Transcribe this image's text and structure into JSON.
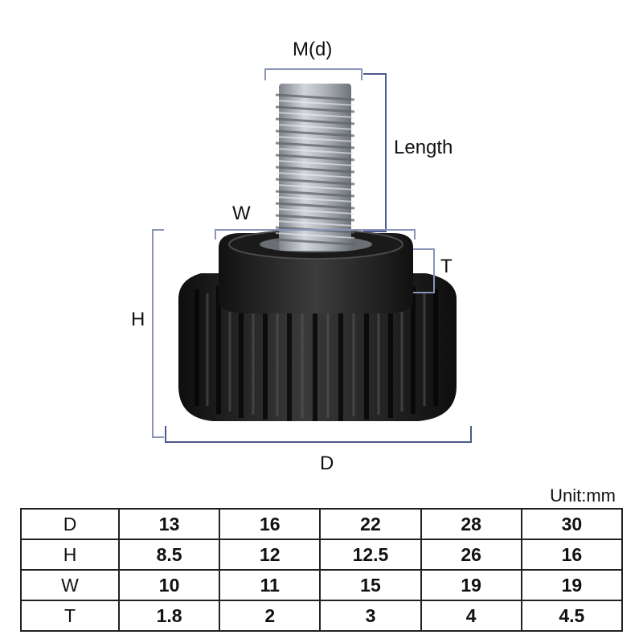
{
  "labels": {
    "md": "M(d)",
    "length": "Length",
    "w": "W",
    "t": "T",
    "h": "H",
    "d": "D"
  },
  "unit": "Unit:mm",
  "colors": {
    "dimension_line": "#8a93b8",
    "dimension_line_dark": "#4b5a8c",
    "knob": "#1c1c1c",
    "thread": "#a9adb3"
  },
  "table": {
    "rows": [
      {
        "label": "D",
        "values": [
          "13",
          "16",
          "22",
          "28",
          "30"
        ]
      },
      {
        "label": "H",
        "values": [
          "8.5",
          "12",
          "12.5",
          "26",
          "16"
        ]
      },
      {
        "label": "W",
        "values": [
          "10",
          "11",
          "15",
          "19",
          "19"
        ]
      },
      {
        "label": "T",
        "values": [
          "1.8",
          "2",
          "3",
          "4",
          "4.5"
        ]
      }
    ]
  }
}
